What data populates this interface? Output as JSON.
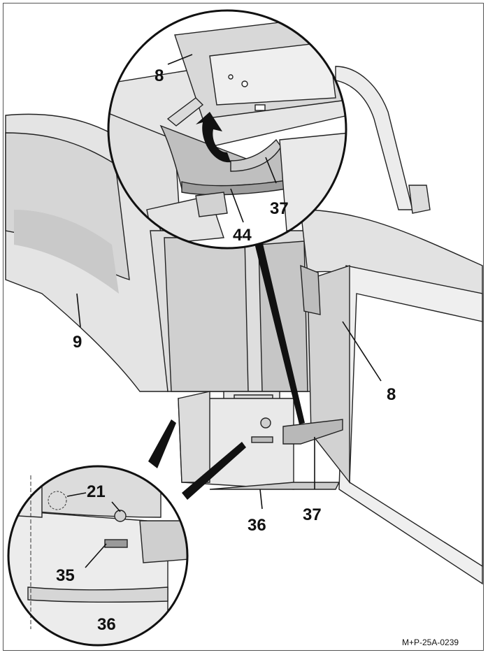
{
  "figure": {
    "reference": "M+P-25A-0239",
    "callouts": {
      "upper_8": "8",
      "upper_37": "37",
      "upper_44": "44",
      "left_9": "9",
      "right_8": "8",
      "lower_37": "37",
      "lower_36": "36",
      "inset_21": "21",
      "inset_35": "35",
      "inset_36": "36"
    }
  },
  "colors": {
    "line": "#222222",
    "shade_light": "#e6e6e6",
    "shade_mid": "#cfcfcf",
    "shade_dark": "#b5b5b5"
  },
  "icons": [
    "rotate-arrow-icon"
  ]
}
